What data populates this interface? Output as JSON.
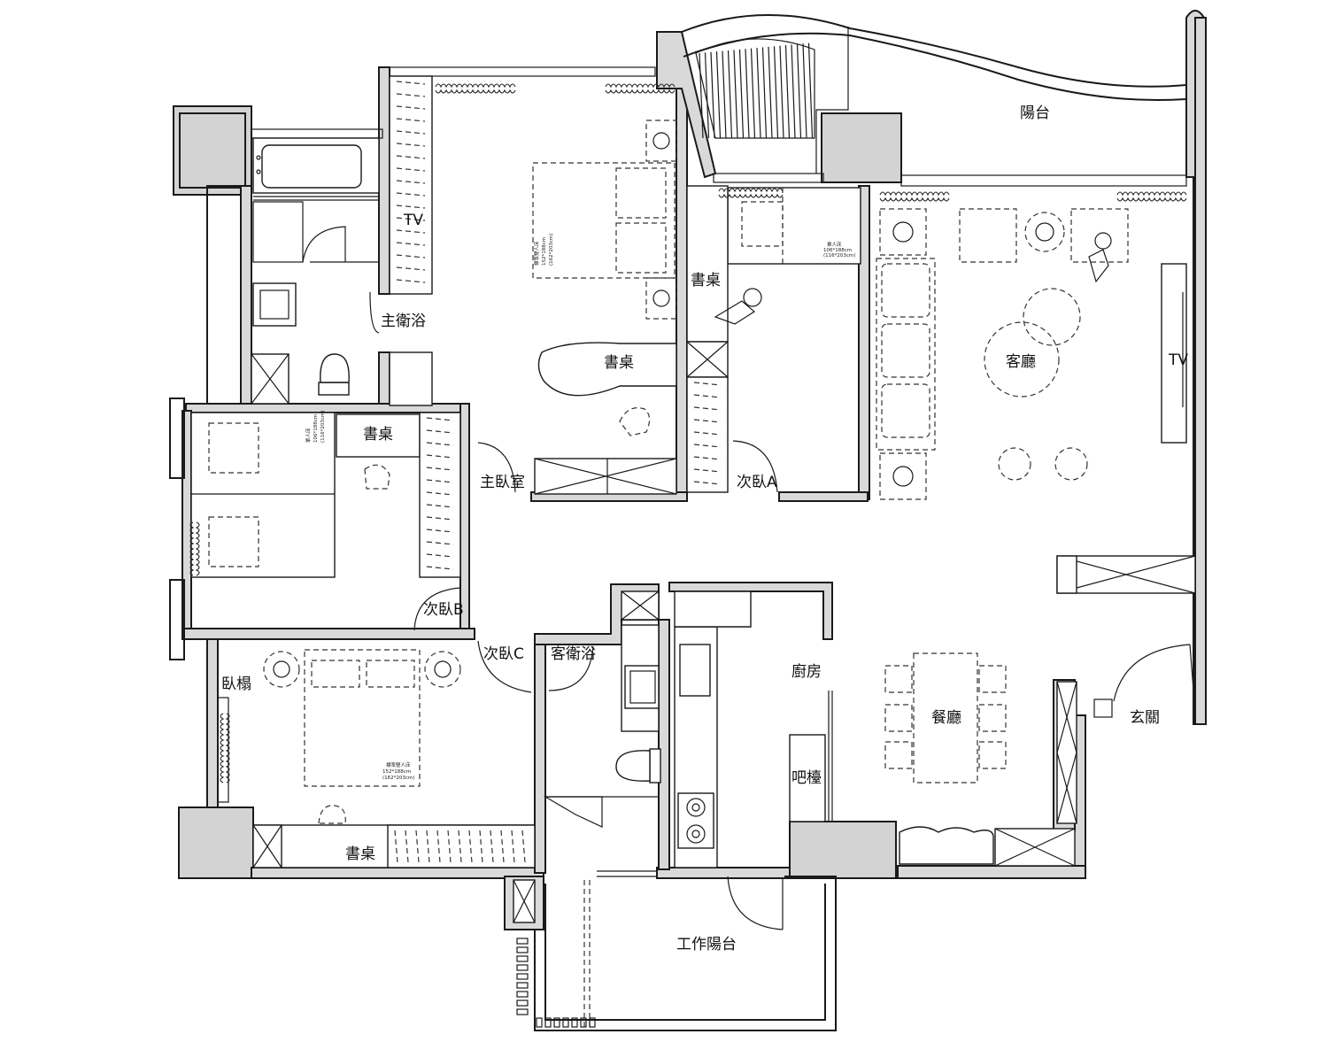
{
  "rooms": {
    "balcony": "陽台",
    "master_bath": "主衛浴",
    "master_bedroom": "主臥室",
    "bedroom_a": "次臥A",
    "bedroom_b": "次臥B",
    "bedroom_c": "次臥C",
    "guest_bath": "客衛浴",
    "living_room": "客廳",
    "kitchen": "廚房",
    "bar_counter": "吧檯",
    "dining_room": "餐廳",
    "entrance": "玄關",
    "service_balcony": "工作陽台",
    "daybed": "臥榻"
  },
  "furniture": {
    "tv_master": "TV",
    "tv_living": "TV",
    "desk_master": "書桌",
    "desk_a": "書桌",
    "desk_b": "書桌",
    "desk_c": "書桌"
  },
  "bed_specs": {
    "master": [
      "標準雙人床",
      "152*188cm",
      "(162*203cm)"
    ],
    "bedroom_a": [
      "單人床",
      "106*188cm",
      "(116*203cm)"
    ],
    "bedroom_b": [
      "單人床",
      "106*188cm",
      "(116*203cm)"
    ],
    "bedroom_c": [
      "標準雙人床",
      "152*188cm",
      "(162*203cm)"
    ]
  }
}
